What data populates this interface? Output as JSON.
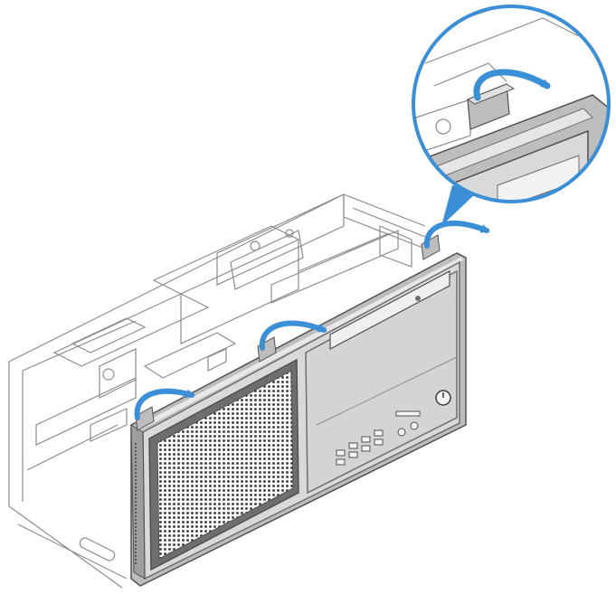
{
  "figure": {
    "subject": "desktop-computer-front-bezel-removal",
    "callout": "magnified-tab-release-view"
  },
  "colors": {
    "background": "#ffffff",
    "line": "#8c8c8c",
    "line_dark": "#505050",
    "bezel_face": "#d9d9d9",
    "bezel_edge": "#bdbdbd",
    "bezel_frame": "#6e6e6e",
    "mesh": "#4a4a4a",
    "arrow": "#3b8fd6",
    "callout_ring": "#3b8fd6"
  },
  "icons": {
    "release_arrow": "curved-arrow-icon",
    "power": "power-button-icon"
  },
  "arrows": [
    {
      "name": "release-arrow-top"
    },
    {
      "name": "release-arrow-middle"
    },
    {
      "name": "release-arrow-bottom"
    },
    {
      "name": "release-arrow-callout"
    }
  ]
}
